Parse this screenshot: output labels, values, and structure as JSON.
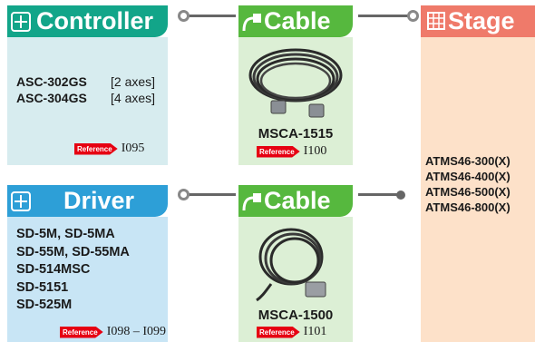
{
  "controller": {
    "title": "Controller",
    "models": [
      {
        "name": "ASC-302GS",
        "note": "[2 axes]"
      },
      {
        "name": "ASC-304GS",
        "note": "[4 axes]"
      }
    ],
    "ref_badge": "Reference",
    "ref_page": "I095"
  },
  "driver": {
    "title": "Driver",
    "models": [
      "SD-5M, SD-5MA",
      "SD-55M, SD-55MA",
      "SD-514MSC",
      "SD-5151",
      "SD-525M"
    ],
    "ref_badge": "Reference",
    "ref_page": "I098 – I099"
  },
  "cable_top": {
    "title": "Cable",
    "model": "MSCA-1515",
    "ref_badge": "Reference",
    "ref_page": "I100"
  },
  "cable_bottom": {
    "title": "Cable",
    "model": "MSCA-1500",
    "ref_badge": "Reference",
    "ref_page": "I101"
  },
  "stage": {
    "title": "Stage",
    "models": [
      "ATMS46-300(X)",
      "ATMS46-400(X)",
      "ATMS46-500(X)",
      "ATMS46-800(X)"
    ]
  }
}
